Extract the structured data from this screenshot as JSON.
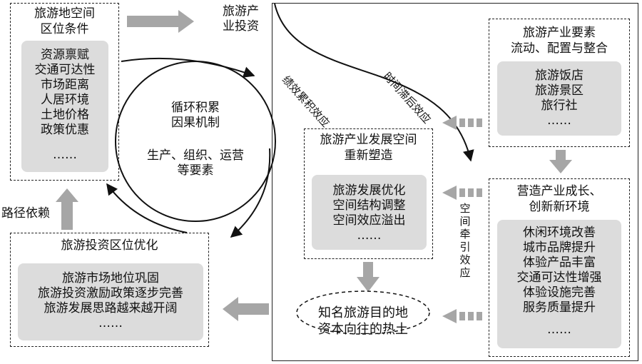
{
  "location_box": {
    "title": [
      "旅游地空间",
      "区位条件"
    ],
    "items": [
      "资源禀赋",
      "交通可达性",
      "市场距离",
      "人居环境",
      "土地价格",
      "政策优惠",
      "……"
    ]
  },
  "investment_label": [
    "旅游产",
    "业投资"
  ],
  "circle": {
    "title": [
      "循环积累",
      "因果机制"
    ],
    "subtitle": [
      "生产、组织、运营",
      "等要素"
    ]
  },
  "path_dependency_label": "路径依赖",
  "optimization_box": {
    "title": "旅游投资区位优化",
    "items": [
      "旅游市场地位巩固",
      "旅游投资激励政策逐步完善",
      "旅游发展思路越来越开阔",
      "……"
    ]
  },
  "curve_labels": {
    "left": "绩效累积效应",
    "right": "时间滞后效应"
  },
  "elements_box": {
    "title": [
      "旅游产业要素",
      "流动、配置与整合"
    ],
    "items": [
      "旅游饭店",
      "旅游景区",
      "旅行社",
      "……"
    ]
  },
  "reshape_box": {
    "title": [
      "旅游产业发展空间",
      "重新塑造"
    ],
    "items": [
      "旅游发展优化",
      "空间结构调整",
      "空间效应溢出",
      "……"
    ]
  },
  "environment_box": {
    "title": [
      "营造产业成长、",
      "创新新环境"
    ],
    "items": [
      "休闲环境改善",
      "城市品牌提升",
      "体验产品丰富",
      "交通可达性增强",
      "体验设施完善",
      "服务质量提升",
      "……"
    ]
  },
  "traction_label": [
    "空",
    "间",
    "牵",
    "引",
    "效",
    "应"
  ],
  "destination": [
    "知名旅游目的地",
    "资本向往的热土"
  ]
}
